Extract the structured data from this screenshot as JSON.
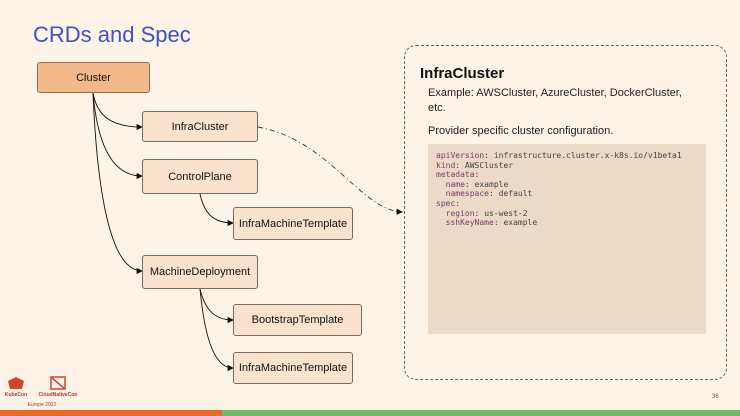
{
  "slide": {
    "title": "CRDs and Spec",
    "page_number": "36"
  },
  "diagram": {
    "nodes": {
      "cluster": "Cluster",
      "infra_cluster": "InfraCluster",
      "control_plane": "ControlPlane",
      "infra_machine_template_1": "InfraMachineTemplate",
      "machine_deployment": "MachineDeployment",
      "bootstrap_template": "BootstrapTemplate",
      "infra_machine_template_2": "InfraMachineTemplate"
    }
  },
  "panel": {
    "title": "InfraCluster",
    "example": "Example: AWSCluster, AzureCluster, DockerCluster, etc.",
    "description": "Provider specific cluster configuration.",
    "code": {
      "api_version_key": "apiVersion",
      "api_version_value": "infrastructure.cluster.x-k8s.io/v1beta1",
      "kind_key": "kind",
      "kind_value": "AWSCluster",
      "metadata_key": "metadata",
      "name_key": "name",
      "name_value": "example",
      "namespace_key": "namespace",
      "namespace_value": "default",
      "spec_key": "spec",
      "region_key": "region",
      "region_value": "us-west-2",
      "ssh_key_key": "sshKeyName",
      "ssh_key_value": "example"
    }
  },
  "footer": {
    "logo_kubecon": "KubeCon",
    "logo_cloudnativecon": "CloudNativeCon",
    "event": "Europe 2022",
    "accent_left": "#e86a2a",
    "accent_right": "#6dbb6a"
  }
}
